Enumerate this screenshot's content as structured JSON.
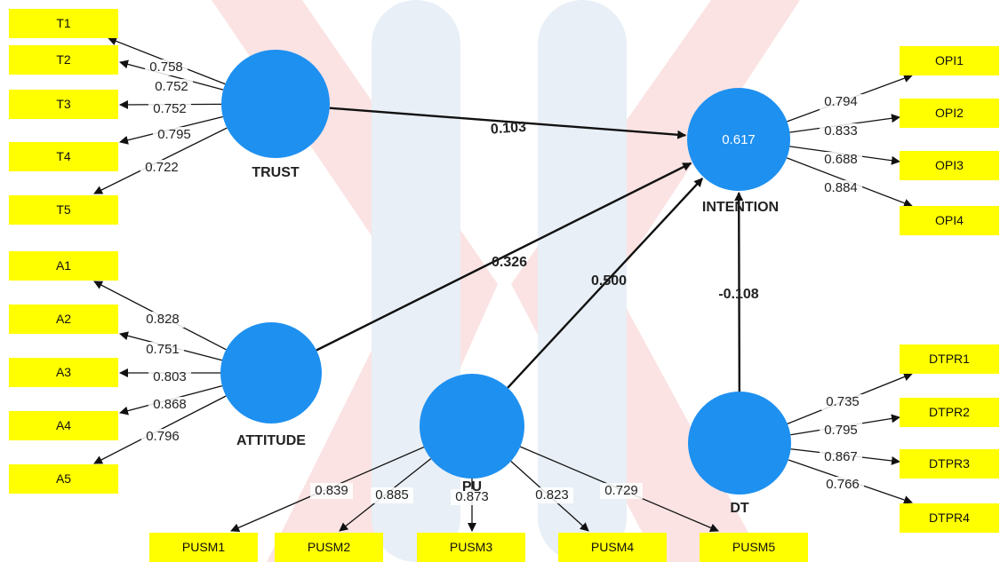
{
  "colors": {
    "construct_fill": "#1e90f0",
    "indicator_fill": "#ffff00",
    "arrow": "#111111",
    "watermark_red": "#fbe3e3",
    "watermark_blue": "#e8eff6"
  },
  "constructs": [
    {
      "id": "TRUST",
      "label": "TRUST",
      "r2": ""
    },
    {
      "id": "ATTITUDE",
      "label": "ATTITUDE",
      "r2": ""
    },
    {
      "id": "PU",
      "label": "PU",
      "r2": ""
    },
    {
      "id": "DT",
      "label": "DT",
      "r2": ""
    },
    {
      "id": "INTENTION",
      "label": "INTENTION",
      "r2": "0.617"
    }
  ],
  "indicators": [
    {
      "id": "T1",
      "label": "T1",
      "construct": "TRUST",
      "loading": "0.758"
    },
    {
      "id": "T2",
      "label": "T2",
      "construct": "TRUST",
      "loading": "0.752"
    },
    {
      "id": "T3",
      "label": "T3",
      "construct": "TRUST",
      "loading": "0.752"
    },
    {
      "id": "T4",
      "label": "T4",
      "construct": "TRUST",
      "loading": "0.795"
    },
    {
      "id": "T5",
      "label": "T5",
      "construct": "TRUST",
      "loading": "0.722"
    },
    {
      "id": "A1",
      "label": "A1",
      "construct": "ATTITUDE",
      "loading": "0.828"
    },
    {
      "id": "A2",
      "label": "A2",
      "construct": "ATTITUDE",
      "loading": "0.751"
    },
    {
      "id": "A3",
      "label": "A3",
      "construct": "ATTITUDE",
      "loading": "0.803"
    },
    {
      "id": "A4",
      "label": "A4",
      "construct": "ATTITUDE",
      "loading": "0.868"
    },
    {
      "id": "A5",
      "label": "A5",
      "construct": "ATTITUDE",
      "loading": "0.796"
    },
    {
      "id": "PUSM1",
      "label": "PUSM1",
      "construct": "PU",
      "loading": "0.839"
    },
    {
      "id": "PUSM2",
      "label": "PUSM2",
      "construct": "PU",
      "loading": "0.885"
    },
    {
      "id": "PUSM3",
      "label": "PUSM3",
      "construct": "PU",
      "loading": "0.873"
    },
    {
      "id": "PUSM4",
      "label": "PUSM4",
      "construct": "PU",
      "loading": "0.823"
    },
    {
      "id": "PUSM5",
      "label": "PUSM5",
      "construct": "PU",
      "loading": "0.729"
    },
    {
      "id": "OPI1",
      "label": "OPI1",
      "construct": "INTENTION",
      "loading": "0.794"
    },
    {
      "id": "OPI2",
      "label": "OPI2",
      "construct": "INTENTION",
      "loading": "0.833"
    },
    {
      "id": "OPI3",
      "label": "OPI3",
      "construct": "INTENTION",
      "loading": "0.688"
    },
    {
      "id": "OPI4",
      "label": "OPI4",
      "construct": "INTENTION",
      "loading": "0.884"
    },
    {
      "id": "DTPR1",
      "label": "DTPR1",
      "construct": "DT",
      "loading": "0.735"
    },
    {
      "id": "DTPR2",
      "label": "DTPR2",
      "construct": "DT",
      "loading": "0.795"
    },
    {
      "id": "DTPR3",
      "label": "DTPR3",
      "construct": "DT",
      "loading": "0.867"
    },
    {
      "id": "DTPR4",
      "label": "DTPR4",
      "construct": "DT",
      "loading": "0.766"
    }
  ],
  "paths": [
    {
      "from": "TRUST",
      "to": "INTENTION",
      "coef": "0.103"
    },
    {
      "from": "ATTITUDE",
      "to": "INTENTION",
      "coef": "0.326"
    },
    {
      "from": "PU",
      "to": "INTENTION",
      "coef": "0.500"
    },
    {
      "from": "DT",
      "to": "INTENTION",
      "coef": "-0.108"
    }
  ]
}
